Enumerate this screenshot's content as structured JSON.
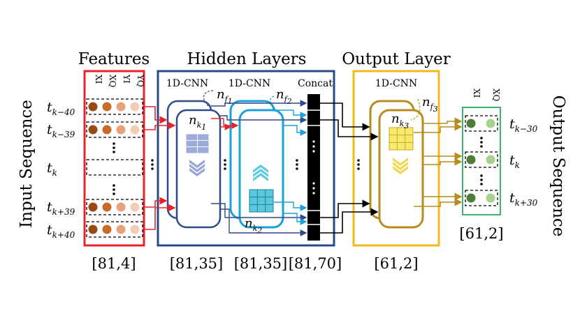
{
  "labels": {
    "input_sequence": "Input Sequence",
    "output_sequence": "Output Sequence",
    "features": "Features",
    "hidden_layers": "Hidden Layers",
    "output_layer": "Output Layer",
    "cnn1": "1D-CNN",
    "cnn2": "1D-CNN",
    "cnn3": "1D-CNN",
    "concat": "Concat"
  },
  "feature_names": [
    "XI",
    "XQ",
    "YI",
    "YQ"
  ],
  "output_feature_names": [
    "XI",
    "XQ"
  ],
  "input_times": [
    {
      "base": "t",
      "sub": "k−40"
    },
    {
      "base": "t",
      "sub": "k−39"
    },
    {
      "base": "t",
      "sub": "k"
    },
    {
      "base": "t",
      "sub": "k+39"
    },
    {
      "base": "t",
      "sub": "k+40"
    }
  ],
  "output_times": [
    {
      "base": "t",
      "sub": "k−30"
    },
    {
      "base": "t",
      "sub": "k"
    },
    {
      "base": "t",
      "sub": "k+30"
    }
  ],
  "filters": [
    {
      "base": "n",
      "sub1": "f",
      "sub2": "1"
    },
    {
      "base": "n",
      "sub1": "f",
      "sub2": "2"
    },
    {
      "base": "n",
      "sub1": "f",
      "sub2": "3"
    }
  ],
  "kernels": [
    {
      "base": "n",
      "sub1": "k",
      "sub2": "1"
    },
    {
      "base": "n",
      "sub1": "k",
      "sub2": "2"
    },
    {
      "base": "n",
      "sub1": "k",
      "sub2": "3"
    }
  ],
  "shapes": {
    "input": "[81,4]",
    "hidden1": "[81,35]",
    "hidden2": "[81,35]",
    "concat": "[81,70]",
    "output": "[61,2]",
    "sequence": "[61,2]"
  },
  "colors": {
    "features_box": "#e8232b",
    "hidden_box": "#2b4a80",
    "output_box": "#f4b71c",
    "sequence_box": "#3cb56a",
    "cnn1": "#2e4a8c",
    "cnn2": "#19a0dd",
    "cnn3": "#b78c1f",
    "kernel1": "#9dabdc",
    "kernel2": "#5bc8dc",
    "kernel3": "#f7ea6a",
    "arrow_red": "#e8232b",
    "arrow_dark": "#2e4a8c",
    "arrow_blue": "#19a0dd",
    "arrow_gold": "#b78c1f",
    "dot_xi": "#9a4a14",
    "dot_xq": "#c96a27",
    "dot_yi": "#e8a27a",
    "dot_yq": "#f4cdb5",
    "out_xi": "#4e7d3a",
    "out_xq": "#a9d08e"
  }
}
